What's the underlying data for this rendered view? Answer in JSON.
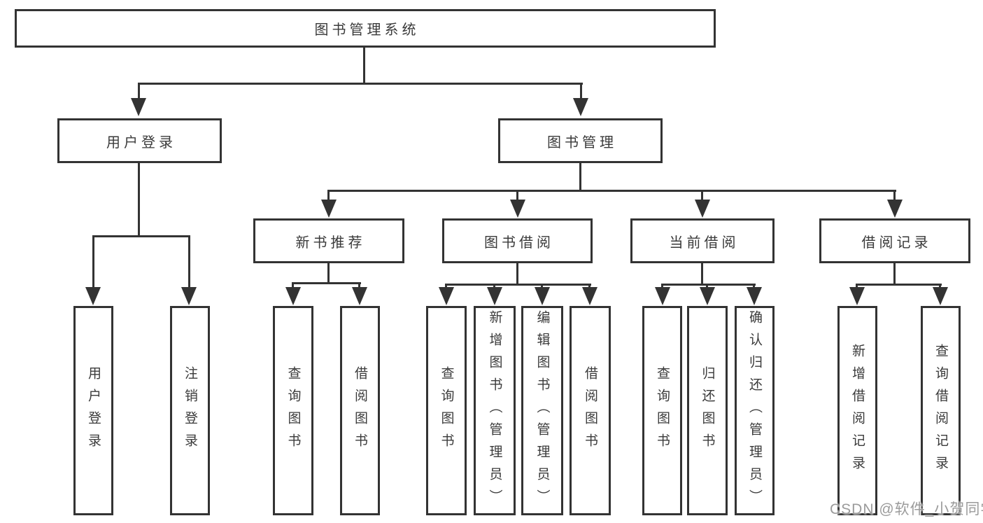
{
  "diagram": {
    "root": "图书管理系统",
    "level2": [
      "用户登录",
      "图书管理"
    ],
    "level3": [
      "新书推荐",
      "图书借阅",
      "当前借阅",
      "借阅记录"
    ],
    "leaves": [
      "用户登录",
      "注销登录",
      "查询图书",
      "借阅图书",
      "查询图书",
      "新增图书（管理员）",
      "编辑图书（管理员）",
      "借阅图书",
      "查询图书",
      "归还图书",
      "确认归还（管理员）",
      "新增借阅记录",
      "查询借阅记录"
    ]
  },
  "watermark": "CSDN @软件_小贺同学",
  "colors": {
    "line": "#333333",
    "text": "#3a3a3a",
    "background": "#ffffff",
    "watermark": "#9b9b9b"
  }
}
